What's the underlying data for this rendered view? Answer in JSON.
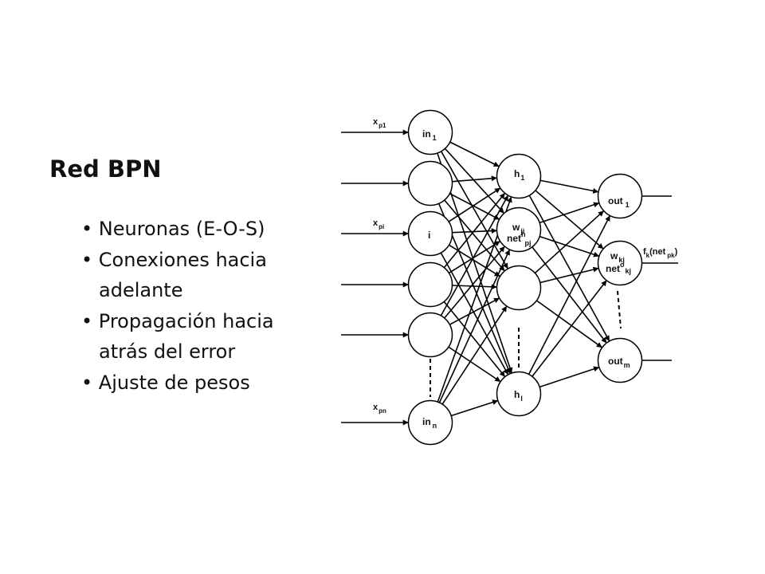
{
  "slide": {
    "title": "Red BPN",
    "bullets": [
      "• Neuronas (E-O-S)",
      "• Conexiones hacia",
      "adelante",
      "• Propagación hacia",
      "atrás del error",
      "• Ajuste de pesos"
    ]
  },
  "network": {
    "inputs": {
      "x_p1": {
        "base": "x",
        "sub": "p1"
      },
      "x_pi": {
        "base": "x",
        "sub": "pi"
      },
      "x_pn": {
        "base": "x",
        "sub": "pn"
      }
    },
    "input_nodes": {
      "in1": {
        "base": "in",
        "sub": "1"
      },
      "i": "i",
      "inn": {
        "base": "in",
        "sub": "n"
      }
    },
    "hidden_nodes": {
      "h1": {
        "base": "h",
        "sub": "1"
      },
      "hl": {
        "base": "h",
        "sub": "l"
      },
      "weight": {
        "base": "w",
        "sub": "ji"
      },
      "net": {
        "base": "net",
        "sup": "h",
        "sub": "pj"
      }
    },
    "output_nodes": {
      "out1": {
        "base": "out",
        "sub": "1"
      },
      "outm": {
        "base": "out",
        "sub": "m"
      },
      "weight": {
        "base": "w",
        "sub": "kj"
      },
      "net": {
        "base": "net",
        "sup": "o",
        "sub": "kj"
      }
    },
    "activation_label": {
      "f": "f",
      "k": "k",
      "open": "(net",
      "pk": "pk",
      "close": ")"
    }
  }
}
